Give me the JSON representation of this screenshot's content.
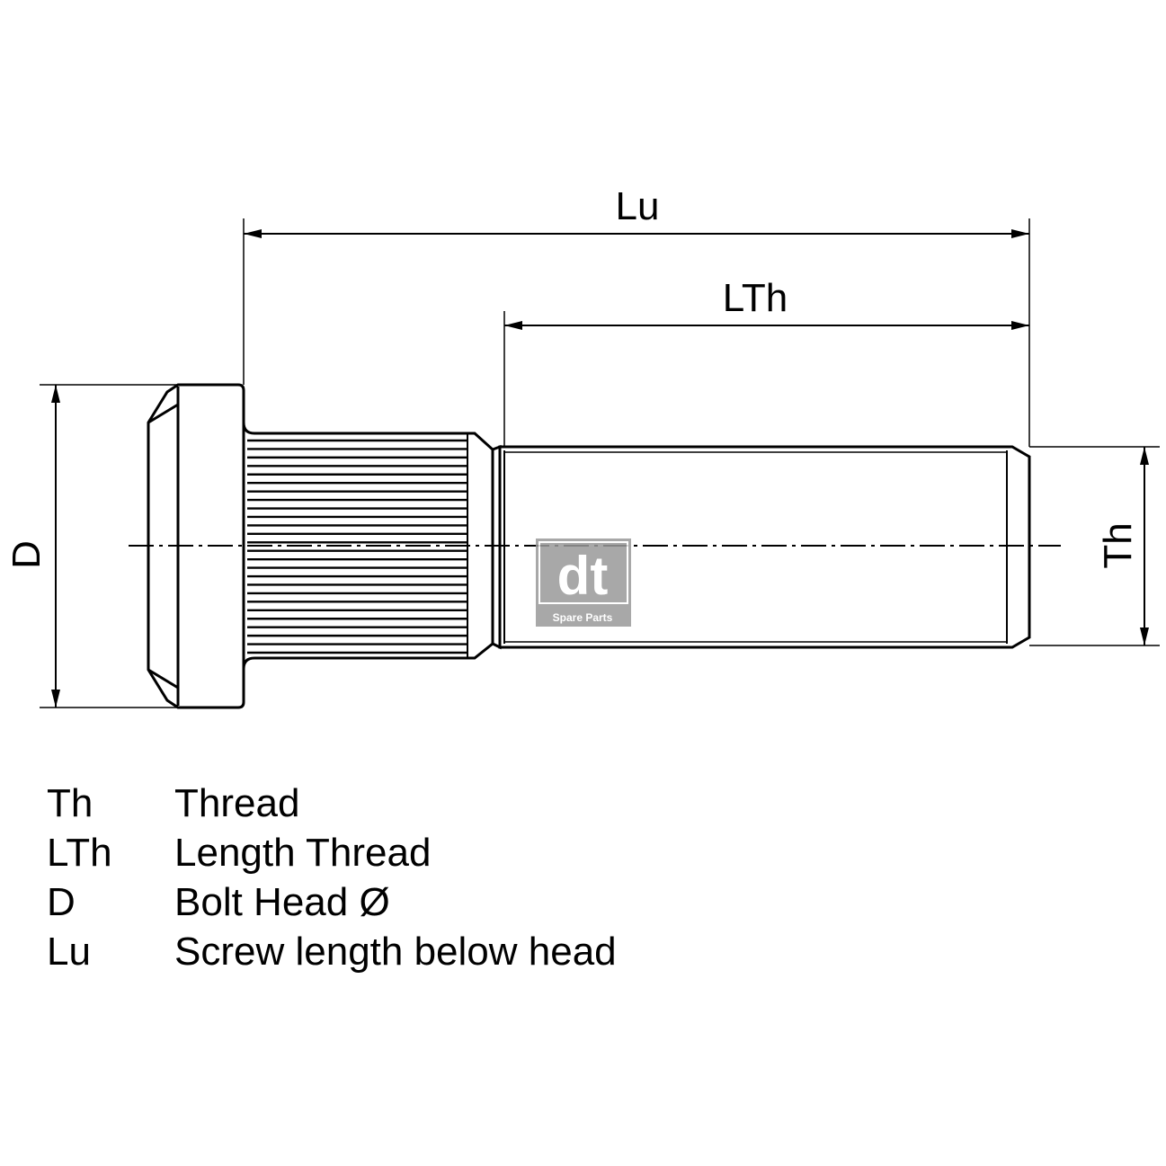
{
  "dimensions": {
    "lu": "Lu",
    "lth": "LTh",
    "d": "D",
    "th": "Th"
  },
  "logo": {
    "mark": "dt",
    "caption": "Spare Parts"
  },
  "legend": [
    {
      "abbr": "Th",
      "meaning": "Thread"
    },
    {
      "abbr": "LTh",
      "meaning": "Length Thread"
    },
    {
      "abbr": "D",
      "meaning": "Bolt Head Ø"
    },
    {
      "abbr": "Lu",
      "meaning": "Screw length below head"
    }
  ],
  "colors": {
    "line": "#000000",
    "background": "#ffffff",
    "logo": "#8a8a8a"
  },
  "icons": {
    "logo": "dt-spare-parts-logo"
  }
}
